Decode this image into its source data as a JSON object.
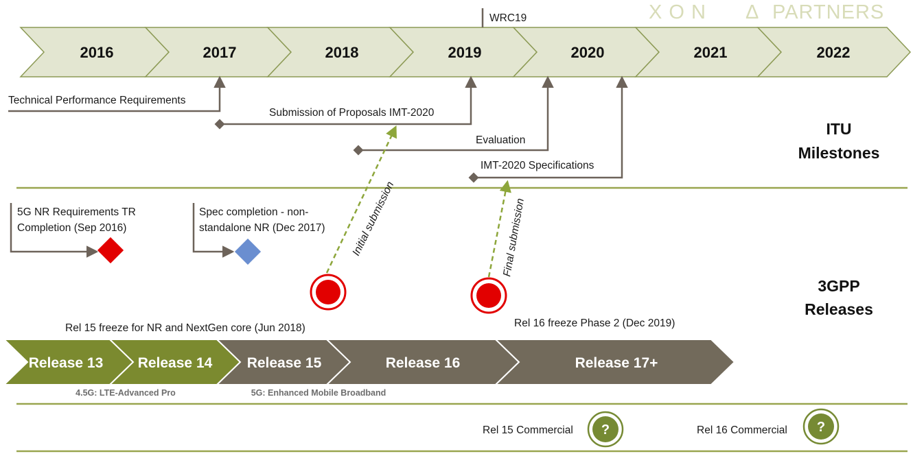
{
  "logo": {
    "letters": "X O N",
    "triangle": "Δ",
    "word": "PARTNERS"
  },
  "timeline": {
    "years": [
      "2016",
      "2017",
      "2018",
      "2019",
      "2020",
      "2021",
      "2022"
    ],
    "marker": "WRC19"
  },
  "itu": {
    "section_line1": "ITU",
    "section_line2": "Milestones",
    "milestones": {
      "tpr": "Technical Performance Requirements",
      "submission": "Submission  of Proposals IMT-2020",
      "evaluation": "Evaluation",
      "specs": "IMT-2020 Specifications"
    },
    "submissions": {
      "initial": "Initial submission",
      "final": "Final submission"
    }
  },
  "gpp": {
    "section_line1": "3GPP",
    "section_line2": "Releases",
    "events": {
      "nr_req_line1": "5G NR Requirements TR",
      "nr_req_line2": "Completion (Sep 2016)",
      "spec_line1": "Spec completion - non-",
      "spec_line2": "standalone NR (Dec 2017)",
      "rel15_freeze": "Rel 15  freeze for NR and NextGen core (Jun 2018)",
      "rel16_freeze": "Rel 16 freeze Phase 2 (Dec 2019)"
    },
    "releases": [
      "Release 13",
      "Release 14",
      "Release 15",
      "Release 16",
      "Release 17+"
    ],
    "sublabels": {
      "lte": "4.5G: LTE-Advanced Pro",
      "embb": "5G: Enhanced Mobile  Broadband"
    }
  },
  "commercial": {
    "rel15": "Rel 15 Commercial",
    "rel16": "Rel 16 Commercial",
    "badge": "?"
  },
  "colors": {
    "chevron_fill": "#e3e6d1",
    "chevron_stroke": "#8c9a55",
    "olive": "#7b8a2f",
    "brown": "#726a5b",
    "arrow": "#6d635a",
    "divider": "#99a54f",
    "red": "#e20000",
    "blue": "#6a8ed0",
    "dashed": "#8da63b",
    "badge": "#768a34"
  }
}
